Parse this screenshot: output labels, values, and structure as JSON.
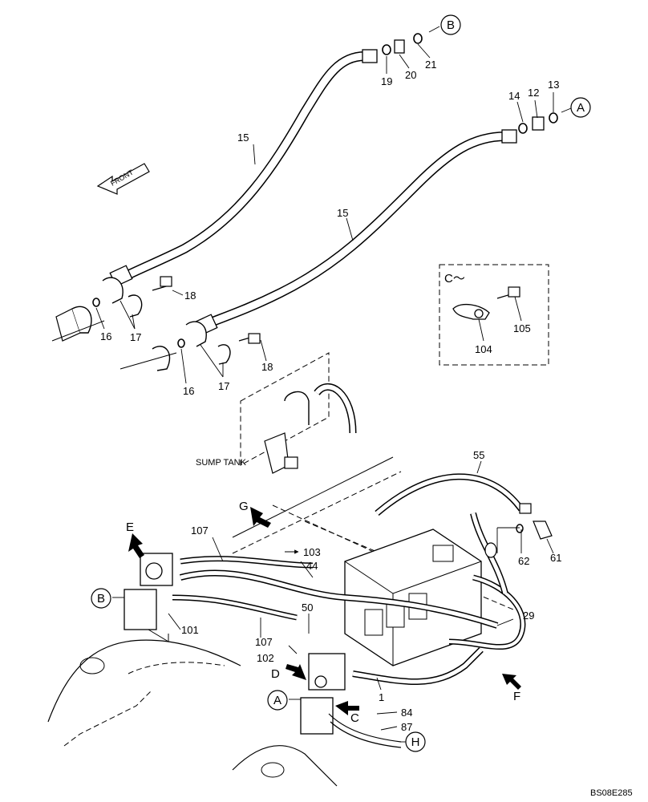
{
  "diagram": {
    "drawing_code": "BS08E285",
    "front_label": "FRONT",
    "sump_tank_label": "SUMP TANK",
    "detail_c_title": "C～",
    "callouts": {
      "n1": "1",
      "n12": "12",
      "n13": "13",
      "n14": "14",
      "n15a": "15",
      "n15b": "15",
      "n16a": "16",
      "n16b": "16",
      "n17a": "17",
      "n17b": "17",
      "n18a": "18",
      "n18b": "18",
      "n19": "19",
      "n20": "20",
      "n21": "21",
      "n29": "29",
      "n44": "44",
      "n50": "50",
      "n55": "55",
      "n61": "61",
      "n62": "62",
      "n84": "84",
      "n87": "87",
      "n101": "101",
      "n102": "102",
      "n103": "103",
      "n104": "104",
      "n105": "105",
      "n107a": "107",
      "n107b": "107"
    },
    "circle_refs": {
      "a_top": "A",
      "b_top": "B",
      "a_bottom": "A",
      "b_left": "B",
      "h": "H"
    },
    "view_arrows": {
      "c": "C",
      "d": "D",
      "e": "E",
      "f": "F",
      "g": "G"
    }
  }
}
